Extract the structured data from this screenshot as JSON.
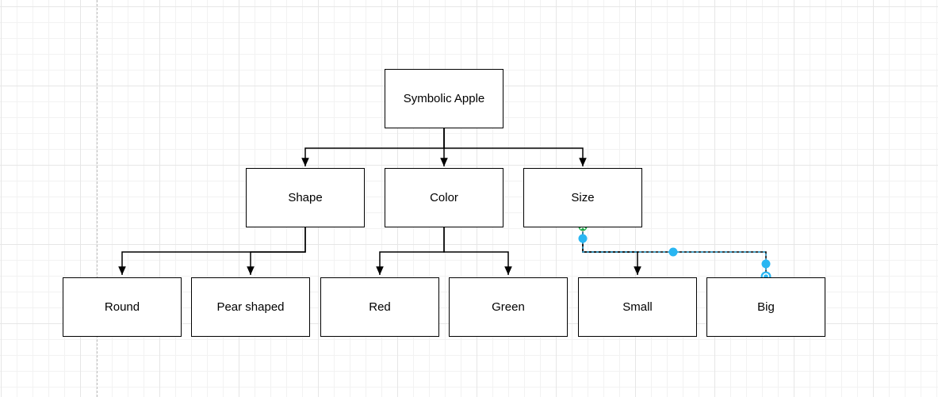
{
  "diagram": {
    "root": {
      "label": "Symbolic Apple"
    },
    "categories": [
      {
        "label": "Shape",
        "children": [
          {
            "label": "Round"
          },
          {
            "label": "Pear shaped"
          }
        ]
      },
      {
        "label": "Color",
        "children": [
          {
            "label": "Red"
          },
          {
            "label": "Green"
          }
        ]
      },
      {
        "label": "Size",
        "children": [
          {
            "label": "Small"
          },
          {
            "label": "Big"
          }
        ]
      }
    ],
    "selected_edge": "Size to Big",
    "colors": {
      "grid_major": "#e6e6e6",
      "grid_minor": "#f2f2f2",
      "edge": "#000000",
      "selection": "#29b6f2",
      "handle_ok": "#1fa84a"
    }
  }
}
